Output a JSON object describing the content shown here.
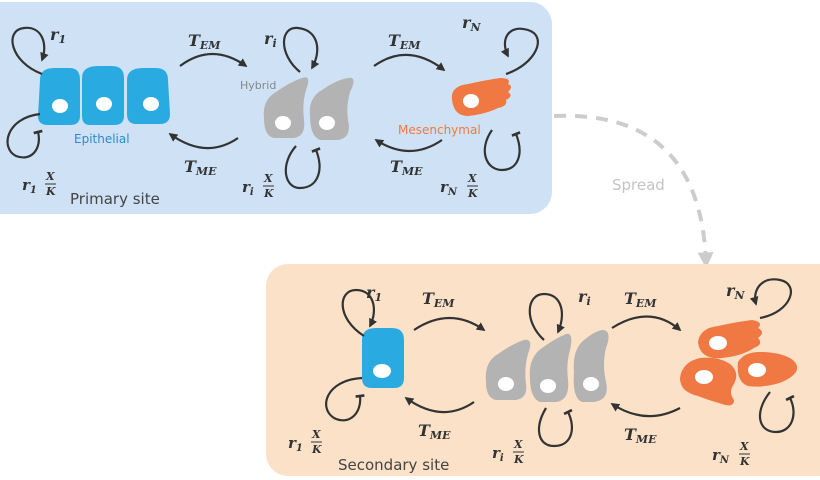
{
  "colors": {
    "primary_bg": "#cfe2f5",
    "secondary_bg": "#fbe1c8",
    "epithelial": "#29abe2",
    "hybrid": "#b3b3b3",
    "mesenchymal": "#f07843",
    "arrow": "#333333",
    "spread": "#cccccc"
  },
  "primary": {
    "site_label": "Primary site",
    "epithelial_label": "Epithelial",
    "hybrid_label": "Hybrid",
    "mesenchymal_label": "Mesenchymal",
    "r1": "r",
    "r1_sub": "1",
    "ri": "r",
    "ri_sub": "i",
    "rN": "r",
    "rN_sub": "N",
    "t_em_1": "T",
    "t_em_1_sub": "EM",
    "t_em_2": "T",
    "t_em_2_sub": "EM",
    "t_me_1": "T",
    "t_me_1_sub": "ME",
    "t_me_2": "T",
    "t_me_2_sub": "ME",
    "d1": "r",
    "d1_sub": "1",
    "di": "r",
    "di_sub": "i",
    "dN": "r",
    "dN_sub": "N",
    "frac_num": "X",
    "frac_den": "K"
  },
  "spread_label": "Spread",
  "secondary": {
    "site_label": "Secondary site",
    "r1": "r",
    "r1_sub": "1",
    "ri": "r",
    "ri_sub": "i",
    "rN": "r",
    "rN_sub": "N",
    "t_em_1": "T",
    "t_em_1_sub": "EM",
    "t_em_2": "T",
    "t_em_2_sub": "EM",
    "t_me_1": "T",
    "t_me_1_sub": "ME",
    "t_me_2": "T",
    "t_me_2_sub": "ME",
    "d1": "r",
    "d1_sub": "1",
    "di": "r",
    "di_sub": "i",
    "dN": "r",
    "dN_sub": "N",
    "frac_num": "X",
    "frac_den": "K"
  }
}
